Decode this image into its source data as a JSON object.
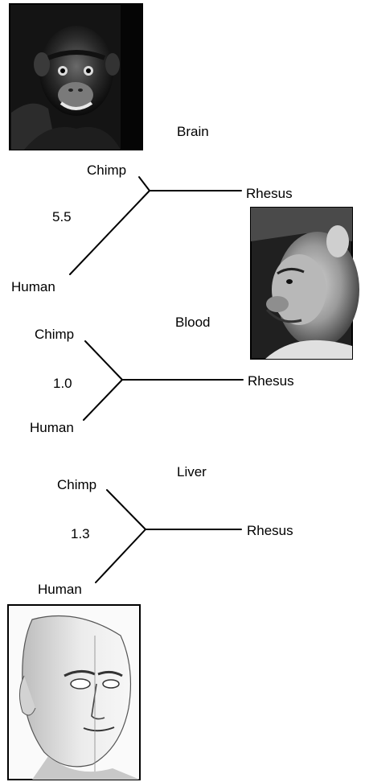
{
  "trees": [
    {
      "title": "Brain",
      "ratio": "5.5",
      "leaves": {
        "chimp": "Chimp",
        "human": "Human",
        "rhesus": "Rhesus"
      }
    },
    {
      "title": "Blood",
      "ratio": "1.0",
      "leaves": {
        "chimp": "Chimp",
        "human": "Human",
        "rhesus": "Rhesus"
      }
    },
    {
      "title": "Liver",
      "ratio": "1.3",
      "leaves": {
        "chimp": "Chimp",
        "human": "Human",
        "rhesus": "Rhesus"
      }
    }
  ],
  "images": {
    "chimp": "chimpanzee-photo",
    "rhesus": "rhesus-macaque-photo",
    "human": "human-head-drawing"
  },
  "colors": {
    "line": "#000000",
    "background": "#ffffff"
  }
}
